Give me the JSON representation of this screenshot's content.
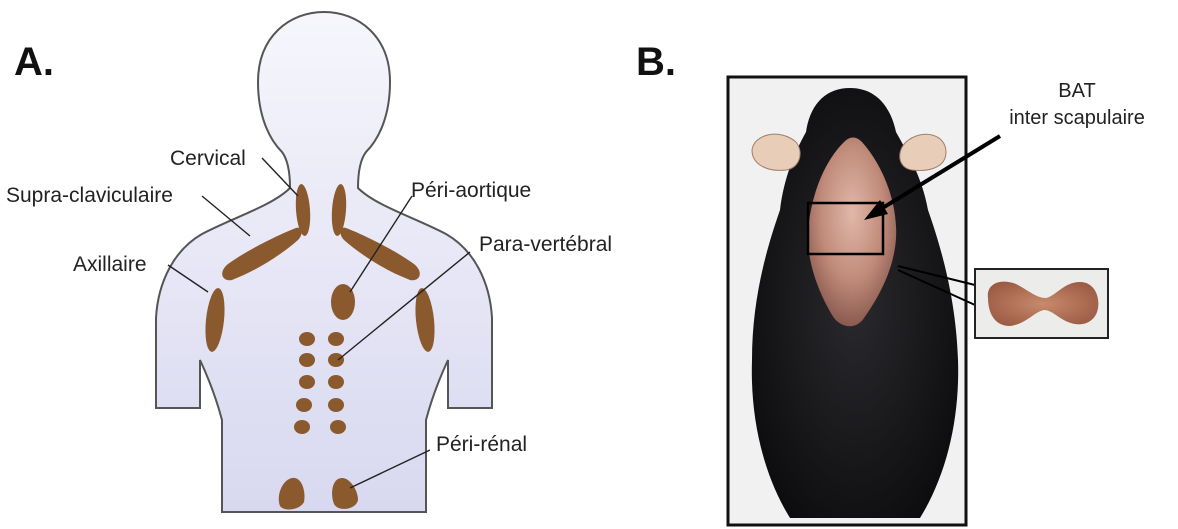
{
  "panel_a": {
    "letter": "A.",
    "labels": {
      "cervical": "Cervical",
      "supra_claviculaire": "Supra-claviculaire",
      "axillaire": "Axillaire",
      "peri_aortique": "Péri-aortique",
      "para_vertebral": "Para-vertébral",
      "peri_renal": "Péri-rénal"
    },
    "colors": {
      "body_fill": "#e3e3f4",
      "body_outline": "#555555",
      "fat_depot": "#8a5a2e"
    }
  },
  "panel_b": {
    "letter": "B.",
    "labels": {
      "bat_line1": "BAT",
      "bat_line2": "inter scapulaire"
    },
    "colors": {
      "mouse_fur": "#141416",
      "tissue": "#c89a8c",
      "frame": "#111111"
    }
  }
}
